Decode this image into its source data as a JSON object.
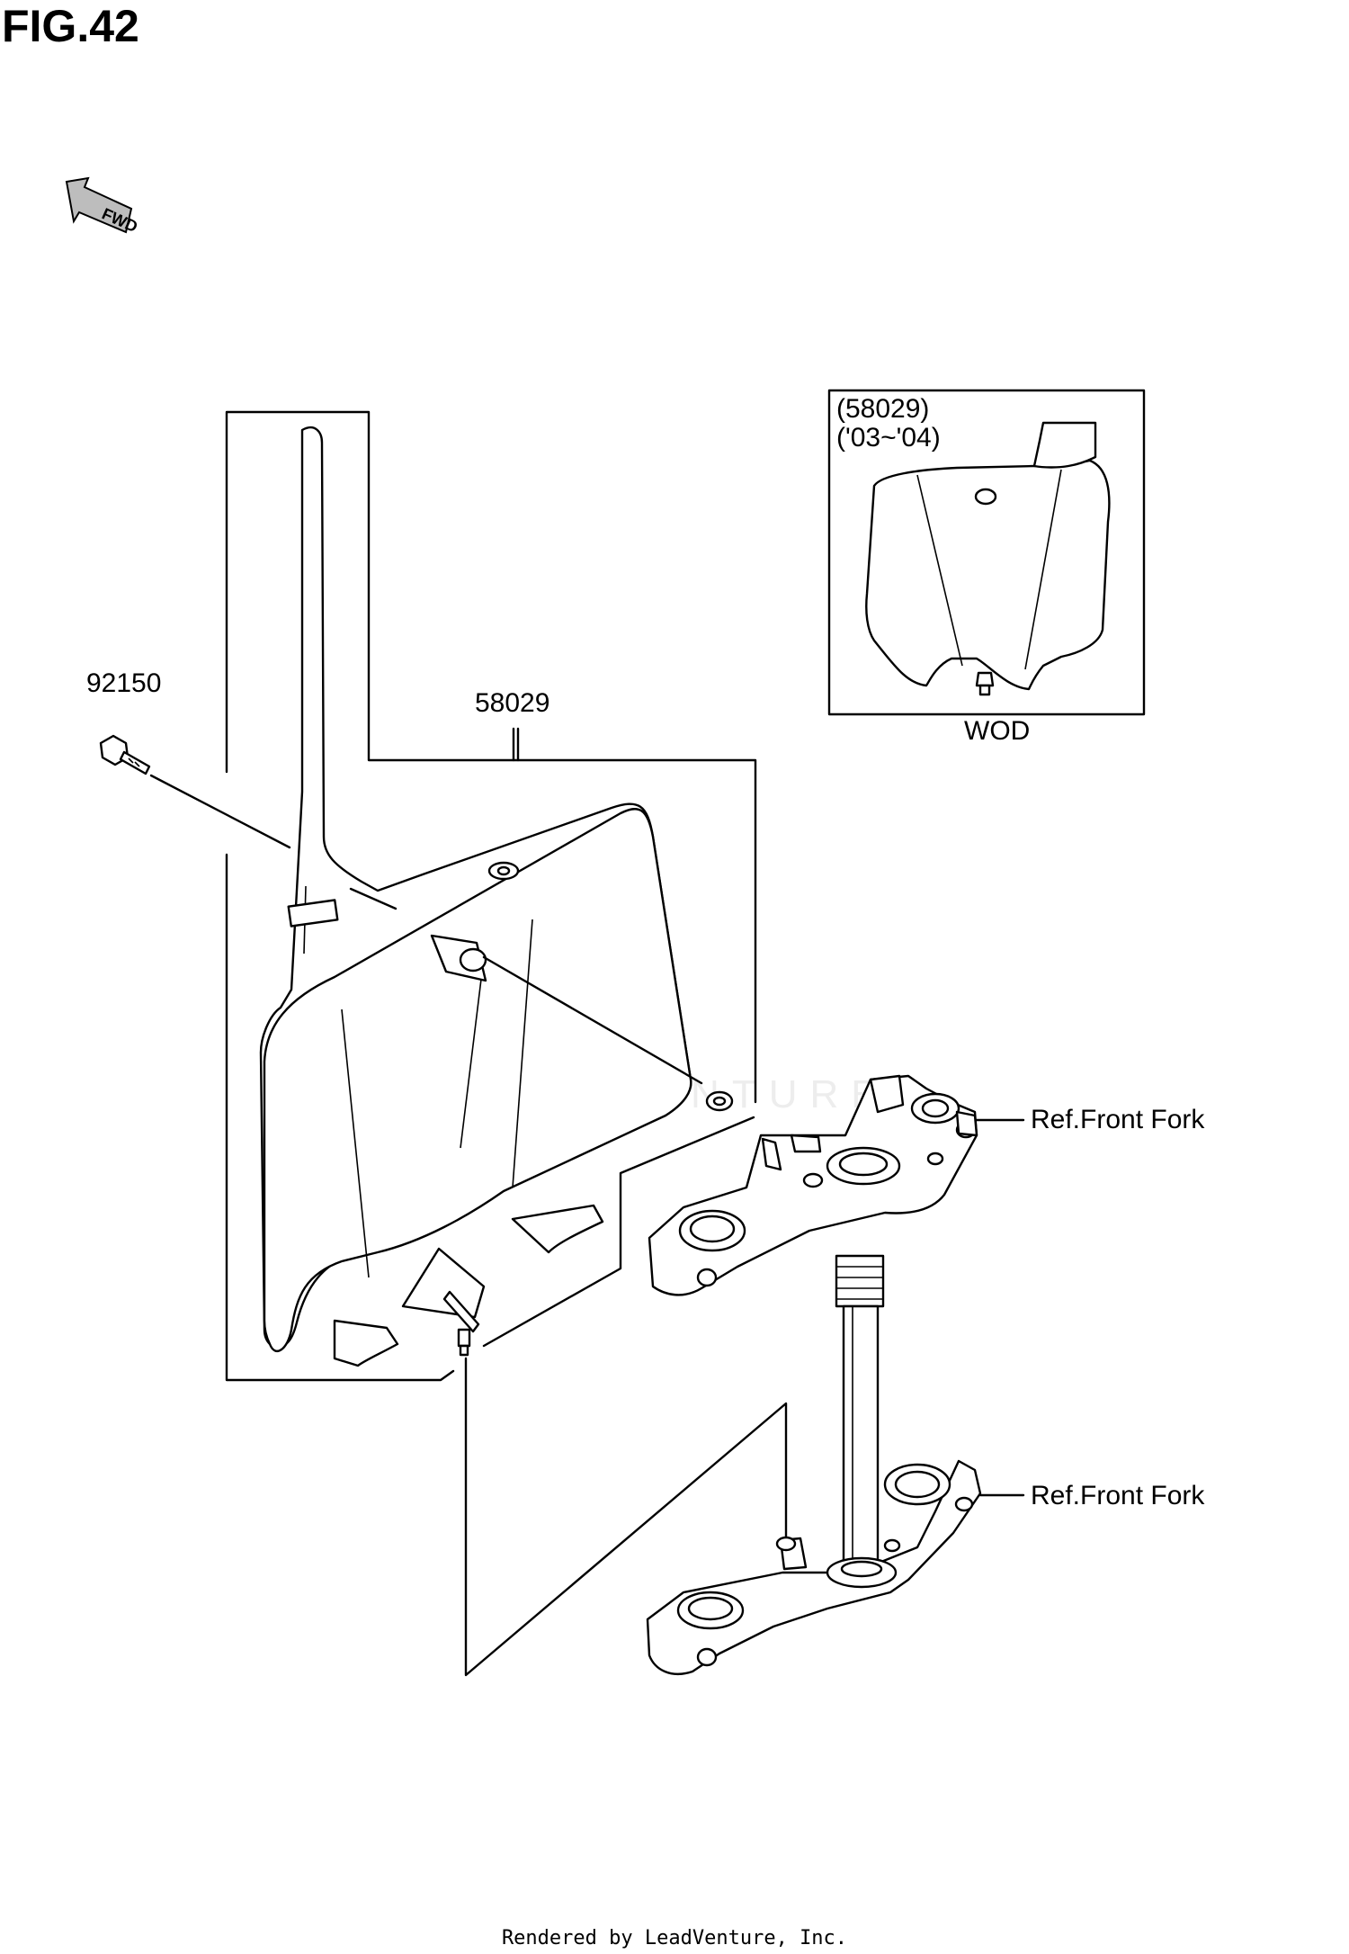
{
  "figure": {
    "title": "FIG.42"
  },
  "direction_mark": {
    "label": "FWD",
    "icon": "forward-arrow-icon"
  },
  "inset": {
    "part_ref": "(58029)",
    "years": "('03~'04)",
    "caption": "WOD"
  },
  "callouts": {
    "bolt": "92150",
    "number_plate": "58029",
    "upper_bracket_ref": "Ref.Front Fork",
    "lower_bracket_ref": "Ref.Front Fork"
  },
  "watermark": "LEADVENTURE",
  "footer": "Rendered by LeadVenture, Inc."
}
